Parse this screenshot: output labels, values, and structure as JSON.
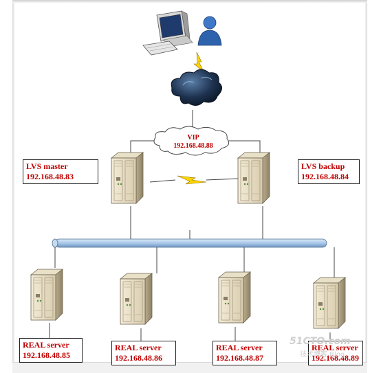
{
  "vip": {
    "line1": "VIP",
    "line2": "192.168.48.88"
  },
  "lvs_master": {
    "name": "LVS master",
    "ip": "192.168.48.83"
  },
  "lvs_backup": {
    "name": "LVS backup",
    "ip": "192.168.48.84"
  },
  "real_servers": [
    {
      "name": "REAL server",
      "ip": "192.168.48.85"
    },
    {
      "name": "REAL server",
      "ip": "192.168.48.86"
    },
    {
      "name": "REAL server",
      "ip": "192.168.48.87"
    },
    {
      "name": "REAL server",
      "ip": "192.168.48.89"
    }
  ],
  "watermark": {
    "site": "51CTO.com",
    "sub": "技术博客 Blog"
  },
  "colors": {
    "label_text": "#c00000",
    "cloud": "#1a2a40",
    "bolt": "#ffd400",
    "bus": "#a9c8e8"
  },
  "icons": [
    "desktop-computer-icon",
    "user-icon",
    "internet-cloud-icon",
    "lightning-link-icon",
    "server-icon"
  ]
}
